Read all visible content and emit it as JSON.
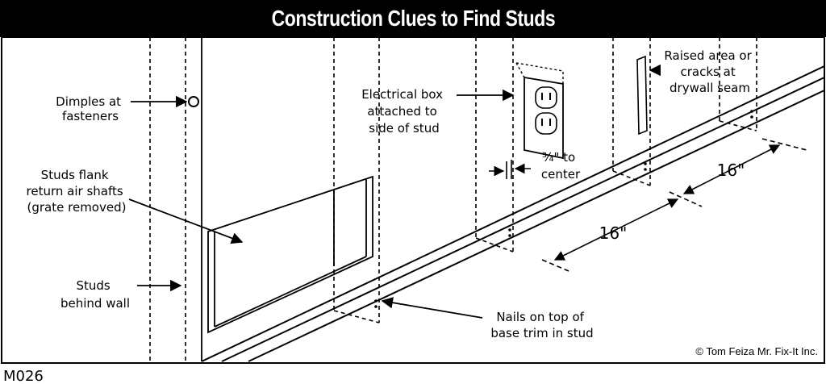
{
  "title": "Construction Clues to Find Studs",
  "labels": {
    "dimples_line1": "Dimples at",
    "dimples_line2": "fasteners",
    "flank_line1": "Studs flank",
    "flank_line2": "return air shafts",
    "flank_line3": "(grate removed)",
    "behind_line1": "Studs",
    "behind_line2": "behind wall",
    "elec_line1": "Electrical box",
    "elec_line2": "attached to",
    "elec_line3": "side of stud",
    "three_quarter_line1": "¾\" to",
    "three_quarter_line2": "center",
    "raised_line1": "Raised area or",
    "raised_line2": "cracks at",
    "raised_line3": "drywall seam",
    "nails_line1": "Nails on top of",
    "nails_line2": "base trim in stud",
    "spacing_left": "16\"",
    "spacing_right": "16\""
  },
  "copyright": "© Tom Feiza Mr. Fix-It Inc.",
  "code": "M026"
}
